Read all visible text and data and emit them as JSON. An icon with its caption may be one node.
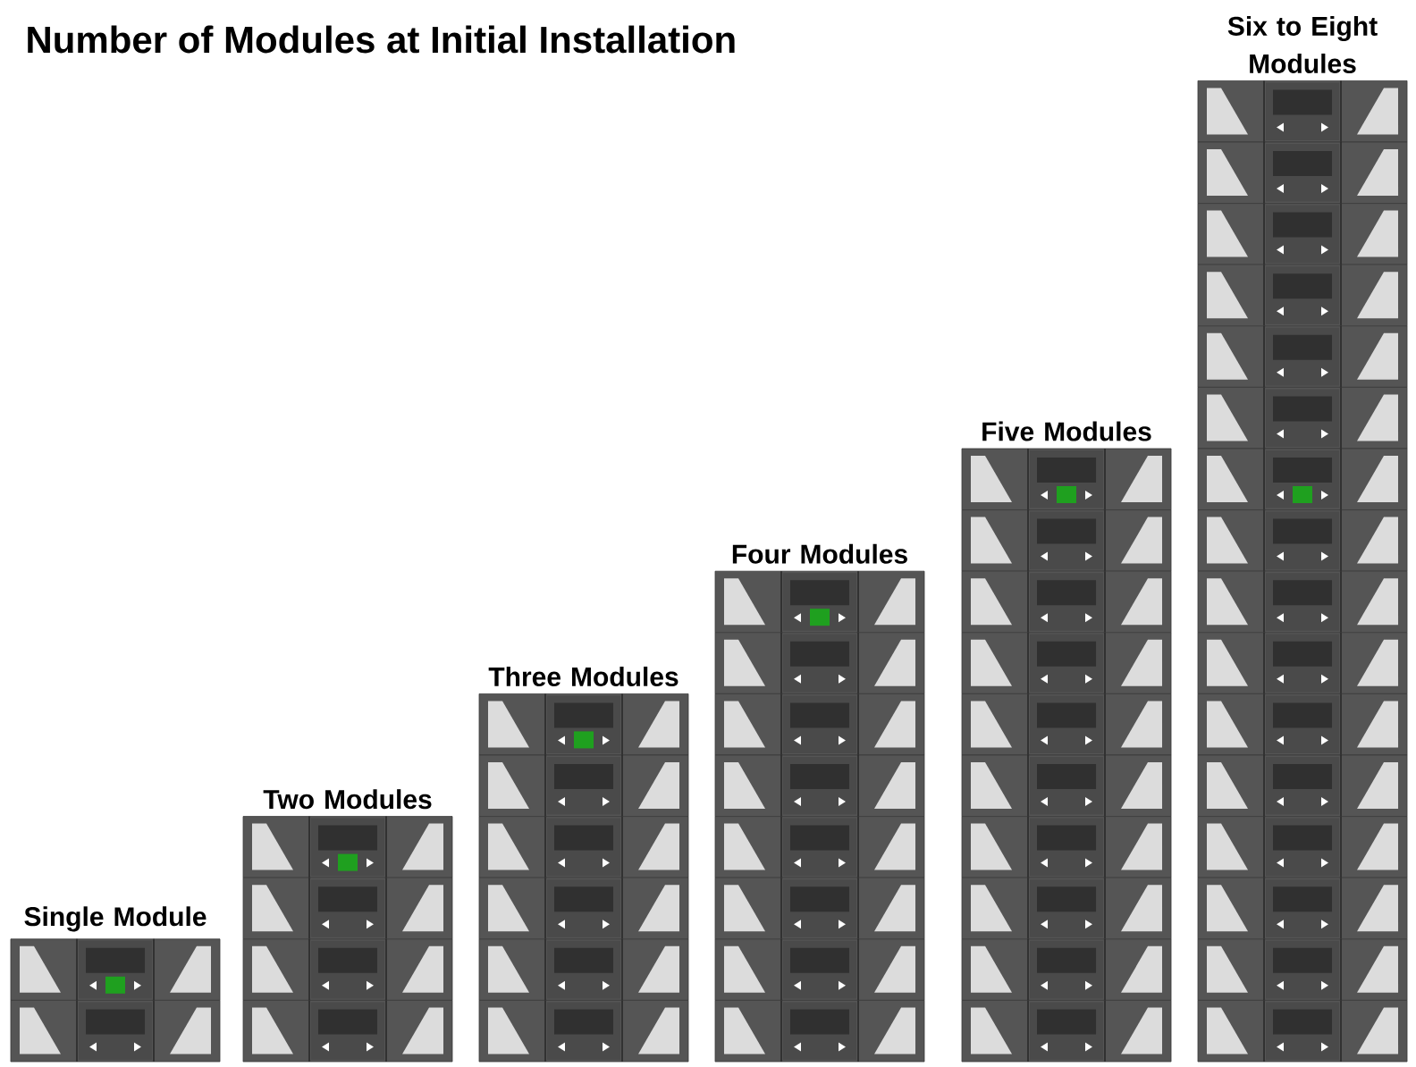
{
  "diagram": {
    "title": "Number of Modules at Initial Installation",
    "nodes": [
      {
        "text": [
          "Single Module"
        ]
      },
      {
        "text": [
          "Two Modules"
        ]
      },
      {
        "text": [
          "Three Modules"
        ]
      },
      {
        "text": [
          "Four Modules"
        ]
      },
      {
        "text": [
          "Five Modules"
        ]
      },
      {
        "text": [
          "Six to Eight Modules"
        ]
      }
    ]
  }
}
